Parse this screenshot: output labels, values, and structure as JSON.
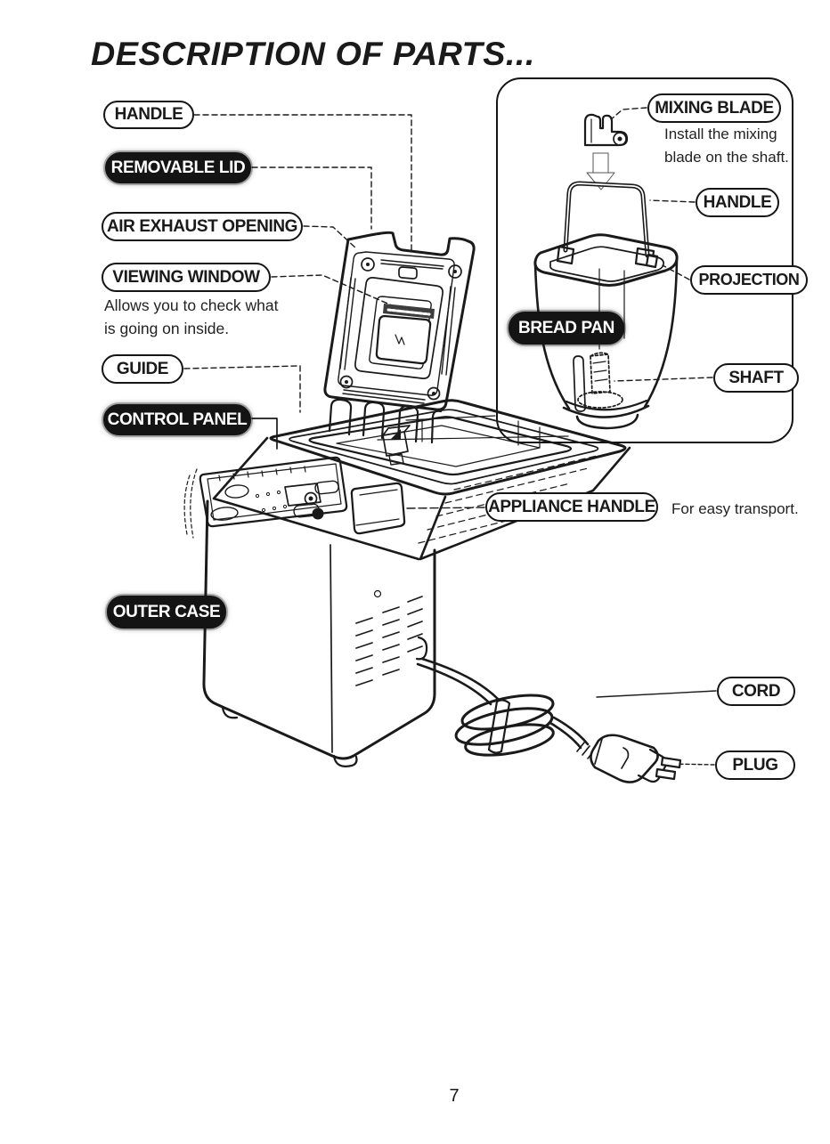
{
  "page": {
    "title": "DESCRIPTION OF PARTS...",
    "page_number": "7"
  },
  "labels": {
    "handle_top": {
      "text": "HANDLE",
      "style": "outline"
    },
    "removable_lid": {
      "text": "REMOVABLE LID",
      "style": "dark"
    },
    "air_exhaust": {
      "text": "AIR EXHAUST OPENING",
      "style": "outline"
    },
    "viewing_window": {
      "text": "VIEWING WINDOW",
      "style": "outline"
    },
    "guide": {
      "text": "GUIDE",
      "style": "outline"
    },
    "control_panel": {
      "text": "CONTROL PANEL",
      "style": "dark"
    },
    "outer_case": {
      "text": "OUTER CASE",
      "style": "dark"
    },
    "mixing_blade": {
      "text": "MIXING BLADE",
      "style": "outline"
    },
    "handle_pan": {
      "text": "HANDLE",
      "style": "outline"
    },
    "projection": {
      "text": "PROJECTION",
      "style": "outline"
    },
    "bread_pan": {
      "text": "BREAD PAN",
      "style": "dark"
    },
    "shaft": {
      "text": "SHAFT",
      "style": "outline"
    },
    "appliance_handle": {
      "text": "APPLIANCE HANDLE",
      "style": "outline"
    },
    "cord": {
      "text": "CORD",
      "style": "outline"
    },
    "plug": {
      "text": "PLUG",
      "style": "outline"
    }
  },
  "annotations": {
    "viewing_window_note": "Allows you to check what\nis going on inside.",
    "mixing_blade_note": "Install the mixing\nblade on the shaft.",
    "appliance_handle_note": "For easy transport."
  },
  "colors": {
    "ink": "#1a1a1a",
    "paper": "#ffffff"
  }
}
